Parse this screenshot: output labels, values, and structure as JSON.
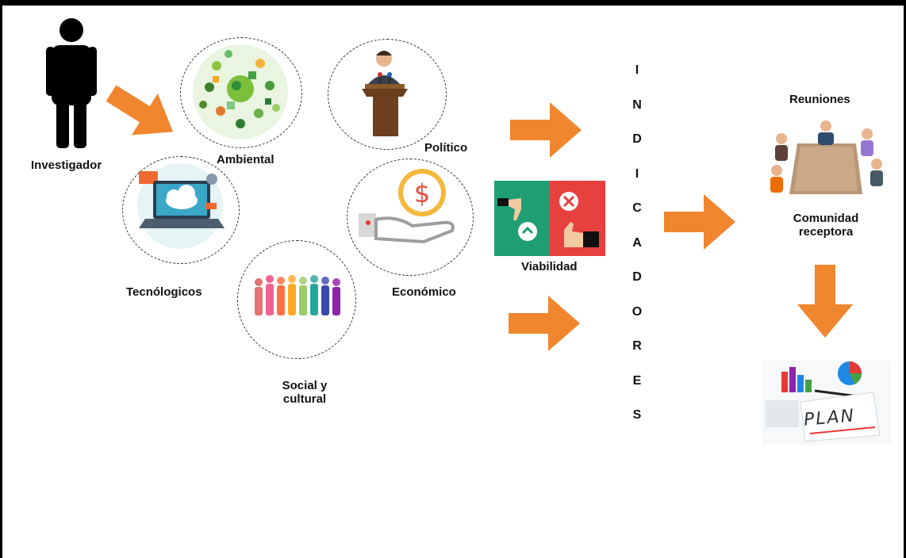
{
  "labels": {
    "investigador": "Investigador",
    "ambiental": "Ambiental",
    "politico": "Político",
    "tecnologicos": "Tecnólogicos",
    "economico": "Económico",
    "social_line1": "Social y",
    "social_line2": "cultural",
    "viabilidad": "Viabilidad",
    "reuniones": "Reuniones",
    "comunidad_line1": "Comunidad",
    "comunidad_line2": "receptora",
    "plan": "PLAN"
  },
  "indicadores_letters": [
    "I",
    "N",
    "D",
    "I",
    "C",
    "A",
    "D",
    "O",
    "R",
    "E",
    "S"
  ],
  "colors": {
    "arrow": "#F0862E",
    "border": "#000000",
    "viabilidad_green": "#1E9E72",
    "viabilidad_red": "#E6403F"
  },
  "icons": [
    "person-silhouette-icon",
    "ecology-collage-icon",
    "politician-podium-icon",
    "laptop-cloud-icon",
    "money-hand-icon",
    "diverse-people-icon",
    "thumbs-up-down-icon",
    "meeting-table-icon",
    "plan-document-icon"
  ]
}
